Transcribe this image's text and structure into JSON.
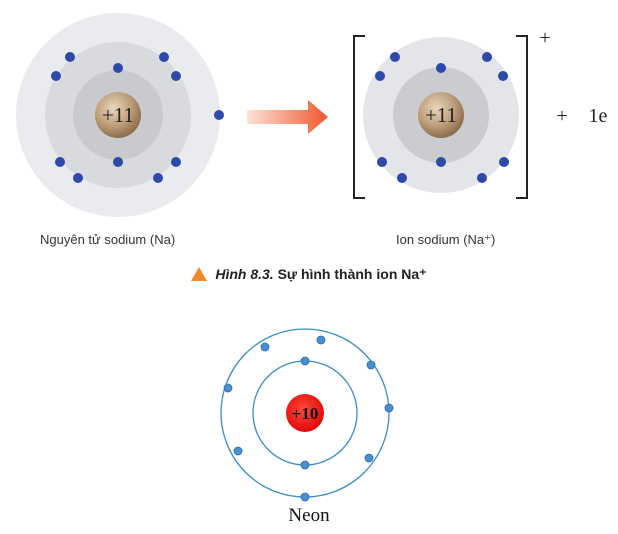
{
  "colors": {
    "electron": "#2e4aa8",
    "shell_outer": "#e8eaee",
    "shell_mid": "#d6d8dc",
    "shell_inner": "#c8c9cc",
    "nucleus": "#b89a78",
    "arrow": "#f47a55",
    "caption_triangle": "#f08a2b",
    "neon_orbit": "#3a8fc9",
    "neon_nucleus": "#ee1111"
  },
  "sodium_atom": {
    "nucleus_label": "+11",
    "caption": "Nguyên tử sodium (Na)"
  },
  "sodium_ion": {
    "nucleus_label": "+11",
    "charge": "+",
    "caption": "Ion sodium (Na⁺)"
  },
  "reaction": {
    "plus": "+",
    "electron_term": "1e"
  },
  "figure": {
    "number": "Hình 8.3.",
    "title": "Sự hình thành ion Na⁺"
  },
  "neon_atom": {
    "nucleus_label": "+10",
    "name": "Neon"
  }
}
